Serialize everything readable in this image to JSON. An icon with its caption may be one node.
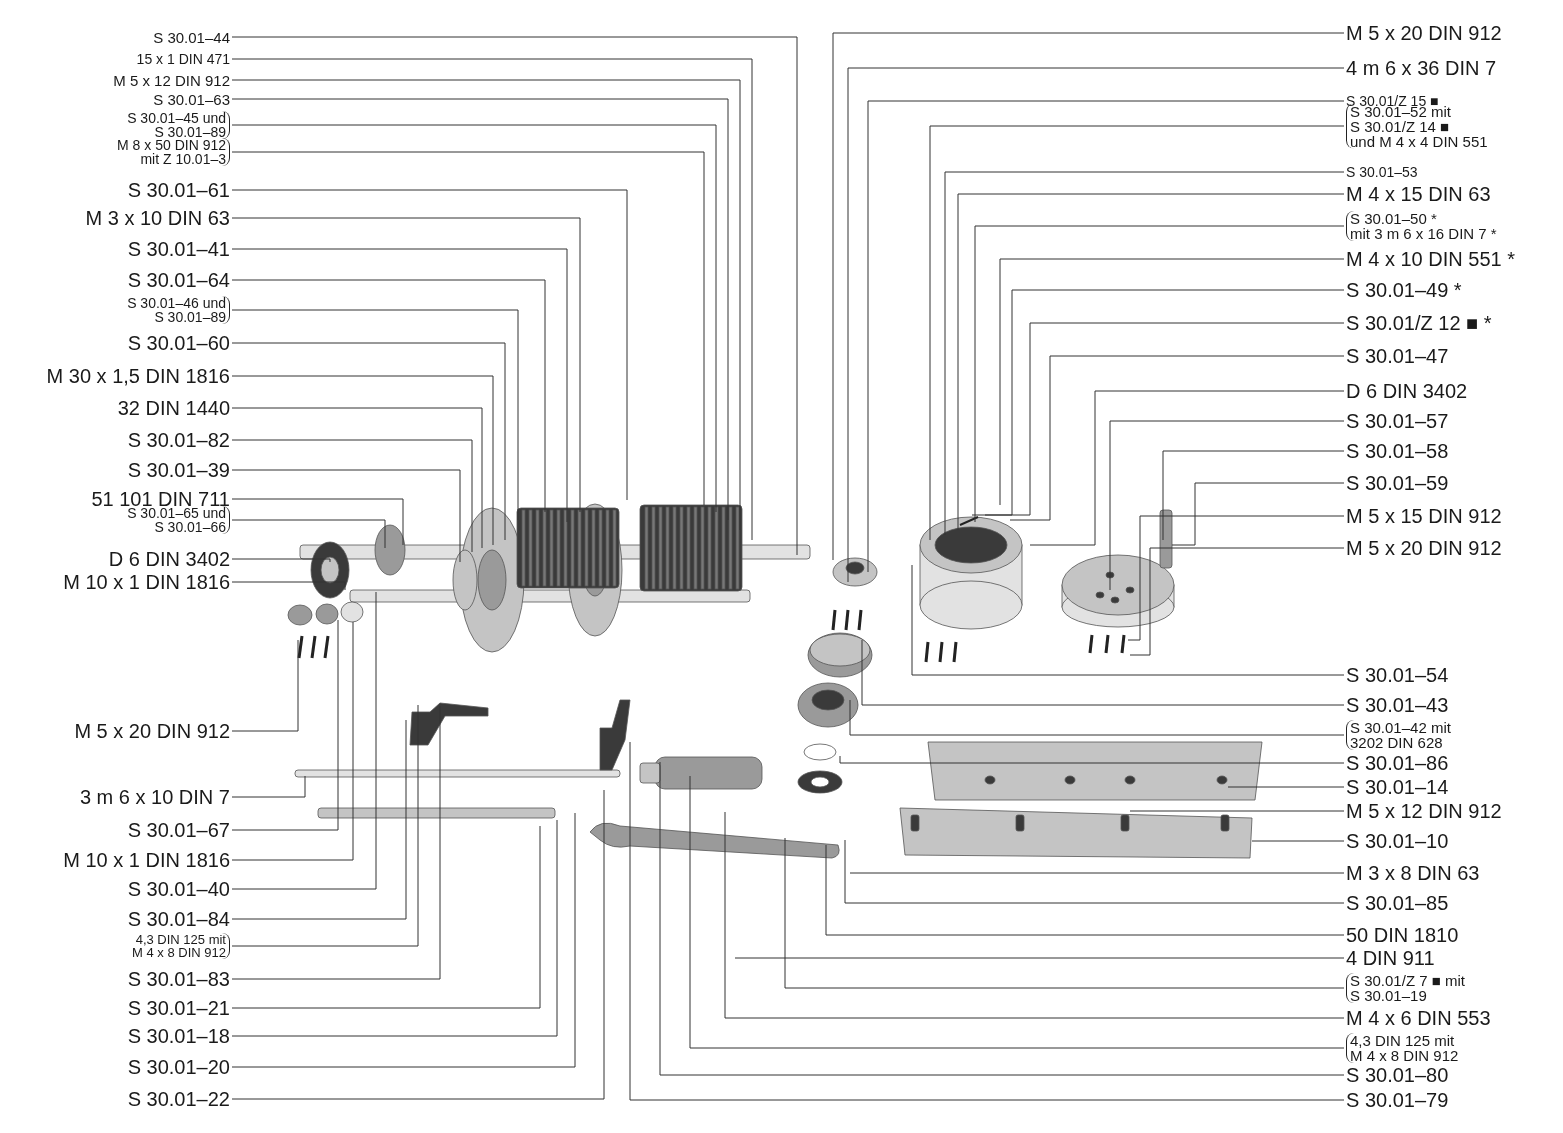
{
  "diagram": {
    "nodes": [
      {
        "text": [
          "S 30.01–44"
        ]
      },
      {
        "text": [
          "15 x 1 DIN 471"
        ]
      },
      {
        "text": [
          "M 5 x 12 DIN 912"
        ]
      },
      {
        "text": [
          "S 30.01–63"
        ]
      },
      {
        "text": [
          "S 30.01–45 und",
          "S 30.01–89"
        ]
      },
      {
        "text": [
          "M 8 x 50 DIN 912",
          "mit Z 10.01–3"
        ]
      },
      {
        "text": [
          "S 30.01–61"
        ]
      },
      {
        "text": [
          "M 3 x 10 DIN 63"
        ]
      },
      {
        "text": [
          "S 30.01–41"
        ]
      },
      {
        "text": [
          "S 30.01–64"
        ]
      },
      {
        "text": [
          "S 30.01–46 und",
          "S 30.01–89"
        ]
      },
      {
        "text": [
          "S 30.01–60"
        ]
      },
      {
        "text": [
          "M 30 x 1,5 DIN 1816"
        ]
      },
      {
        "text": [
          "32 DIN 1440"
        ]
      },
      {
        "text": [
          "S 30.01–82"
        ]
      },
      {
        "text": [
          "S 30.01–39"
        ]
      },
      {
        "text": [
          "51 101 DIN 711"
        ]
      },
      {
        "text": [
          "S 30.01–65 und",
          "S 30.01–66"
        ]
      },
      {
        "text": [
          "D 6 DIN 3402"
        ]
      },
      {
        "text": [
          "M 10 x 1 DIN 1816"
        ]
      },
      {
        "text": [
          "M 5 x 20 DIN 912"
        ]
      },
      {
        "text": [
          "3 m 6 x 10 DIN 7"
        ]
      },
      {
        "text": [
          "S 30.01–67"
        ]
      },
      {
        "text": [
          "M 10 x 1 DIN 1816"
        ]
      },
      {
        "text": [
          "S 30.01–40"
        ]
      },
      {
        "text": [
          "S 30.01–84"
        ]
      },
      {
        "text": [
          "4,3 DIN 125 mit",
          "M 4 x 8 DIN 912"
        ]
      },
      {
        "text": [
          "S 30.01–83"
        ]
      },
      {
        "text": [
          "S 30.01–21"
        ]
      },
      {
        "text": [
          "S 30.01–18"
        ]
      },
      {
        "text": [
          "S 30.01–20"
        ]
      },
      {
        "text": [
          "S 30.01–22"
        ]
      },
      {
        "text": [
          "M 5 x 20 DIN 912"
        ]
      },
      {
        "text": [
          "4 m 6 x 36 DIN 7"
        ]
      },
      {
        "text": [
          "S 30.01/Z 15 ■"
        ]
      },
      {
        "text": [
          "S 30.01–52 mit",
          "S 30.01/Z 14 ■",
          "und M 4 x 4 DIN 551"
        ]
      },
      {
        "text": [
          "S 30.01–53"
        ]
      },
      {
        "text": [
          "M 4 x 15 DIN 63"
        ]
      },
      {
        "text": [
          "S 30.01–50 *",
          "mit 3 m 6 x 16 DIN 7 *"
        ]
      },
      {
        "text": [
          "M 4 x 10 DIN 551 *"
        ]
      },
      {
        "text": [
          "S 30.01–49 *"
        ]
      },
      {
        "text": [
          "S 30.01/Z 12 ■ *"
        ]
      },
      {
        "text": [
          "S 30.01–47"
        ]
      },
      {
        "text": [
          "D 6 DIN 3402"
        ]
      },
      {
        "text": [
          "S 30.01–57"
        ]
      },
      {
        "text": [
          "S 30.01–58"
        ]
      },
      {
        "text": [
          "S 30.01–59"
        ]
      },
      {
        "text": [
          "M 5 x 15 DIN 912"
        ]
      },
      {
        "text": [
          "M 5 x 20 DIN 912"
        ]
      },
      {
        "text": [
          "S 30.01–54"
        ]
      },
      {
        "text": [
          "S 30.01–43"
        ]
      },
      {
        "text": [
          "S 30.01–42 mit",
          "3202 DIN 628"
        ]
      },
      {
        "text": [
          "S 30.01–86"
        ]
      },
      {
        "text": [
          "S 30.01–14"
        ]
      },
      {
        "text": [
          "M 5 x 12 DIN 912"
        ]
      },
      {
        "text": [
          "S 30.01–10"
        ]
      },
      {
        "text": [
          "M 3 x 8 DIN 63"
        ]
      },
      {
        "text": [
          "S 30.01–85"
        ]
      },
      {
        "text": [
          "50 DIN 1810"
        ]
      },
      {
        "text": [
          "4 DIN 911"
        ]
      },
      {
        "text": [
          "S 30.01/Z 7 ■ mit",
          "S 30.01–19"
        ]
      },
      {
        "text": [
          "M 4 x 6 DIN 553"
        ]
      },
      {
        "text": [
          "4,3 DIN 125 mit",
          "M 4 x 8 DIN 912"
        ]
      },
      {
        "text": [
          "S 30.01–80"
        ]
      },
      {
        "text": [
          "S 30.01–79"
        ]
      }
    ],
    "edges": [
      {
        "from": 0,
        "to": null,
        "arrow": "none"
      },
      {
        "from": 1,
        "to": null,
        "arrow": "none"
      },
      {
        "from": 2,
        "to": null,
        "arrow": "none"
      },
      {
        "from": 3,
        "to": null,
        "arrow": "none"
      },
      {
        "from": 4,
        "to": null,
        "arrow": "none"
      },
      {
        "from": 5,
        "to": null,
        "arrow": "none"
      },
      {
        "from": 6,
        "to": null,
        "arrow": "none"
      },
      {
        "from": 7,
        "to": null,
        "arrow": "none"
      },
      {
        "from": 8,
        "to": null,
        "arrow": "none"
      },
      {
        "from": 9,
        "to": null,
        "arrow": "none"
      },
      {
        "from": 10,
        "to": null,
        "arrow": "none"
      },
      {
        "from": 11,
        "to": null,
        "arrow": "none"
      },
      {
        "from": 12,
        "to": null,
        "arrow": "none"
      },
      {
        "from": 13,
        "to": null,
        "arrow": "none"
      },
      {
        "from": 14,
        "to": null,
        "arrow": "none"
      },
      {
        "from": 15,
        "to": null,
        "arrow": "none"
      },
      {
        "from": 16,
        "to": null,
        "arrow": "none"
      },
      {
        "from": 17,
        "to": null,
        "arrow": "none"
      },
      {
        "from": 18,
        "to": null,
        "arrow": "none"
      },
      {
        "from": 19,
        "to": null,
        "arrow": "none"
      },
      {
        "from": 20,
        "to": null,
        "arrow": "none"
      },
      {
        "from": 21,
        "to": null,
        "arrow": "none"
      },
      {
        "from": 22,
        "to": null,
        "arrow": "none"
      },
      {
        "from": 23,
        "to": null,
        "arrow": "none"
      },
      {
        "from": 24,
        "to": null,
        "arrow": "none"
      },
      {
        "from": 25,
        "to": null,
        "arrow": "none"
      },
      {
        "from": 26,
        "to": null,
        "arrow": "none"
      },
      {
        "from": 27,
        "to": null,
        "arrow": "none"
      },
      {
        "from": 28,
        "to": null,
        "arrow": "none"
      },
      {
        "from": 29,
        "to": null,
        "arrow": "none"
      },
      {
        "from": 30,
        "to": null,
        "arrow": "none"
      },
      {
        "from": 31,
        "to": null,
        "arrow": "none"
      },
      {
        "from": 32,
        "to": null,
        "arrow": "none"
      },
      {
        "from": 33,
        "to": null,
        "arrow": "none"
      },
      {
        "from": 34,
        "to": null,
        "arrow": "none"
      },
      {
        "from": 35,
        "to": null,
        "arrow": "none"
      },
      {
        "from": 36,
        "to": null,
        "arrow": "none"
      },
      {
        "from": 37,
        "to": null,
        "arrow": "none"
      },
      {
        "from": 38,
        "to": null,
        "arrow": "none"
      },
      {
        "from": 39,
        "to": null,
        "arrow": "none"
      },
      {
        "from": 40,
        "to": null,
        "arrow": "none"
      },
      {
        "from": 41,
        "to": null,
        "arrow": "none"
      },
      {
        "from": 42,
        "to": null,
        "arrow": "none"
      },
      {
        "from": 43,
        "to": null,
        "arrow": "none"
      },
      {
        "from": 44,
        "to": null,
        "arrow": "none"
      },
      {
        "from": 45,
        "to": null,
        "arrow": "none"
      },
      {
        "from": 46,
        "to": null,
        "arrow": "none"
      },
      {
        "from": 47,
        "to": null,
        "arrow": "none"
      },
      {
        "from": 48,
        "to": null,
        "arrow": "none"
      },
      {
        "from": 49,
        "to": null,
        "arrow": "none"
      },
      {
        "from": 50,
        "to": null,
        "arrow": "none"
      },
      {
        "from": 51,
        "to": null,
        "arrow": "none"
      },
      {
        "from": 52,
        "to": null,
        "arrow": "none"
      },
      {
        "from": 53,
        "to": null,
        "arrow": "none"
      },
      {
        "from": 54,
        "to": null,
        "arrow": "none"
      },
      {
        "from": 55,
        "to": null,
        "arrow": "none"
      },
      {
        "from": 56,
        "to": null,
        "arrow": "none"
      },
      {
        "from": 57,
        "to": null,
        "arrow": "none"
      },
      {
        "from": 58,
        "to": null,
        "arrow": "none"
      },
      {
        "from": 59,
        "to": null,
        "arrow": "none"
      },
      {
        "from": 60,
        "to": null,
        "arrow": "none"
      },
      {
        "from": 61,
        "to": null,
        "arrow": "none"
      },
      {
        "from": 62,
        "to": null,
        "arrow": "none"
      },
      {
        "from": 63,
        "to": null,
        "arrow": "none"
      },
      {
        "from": 64,
        "to": null,
        "arrow": "none"
      }
    ]
  }
}
